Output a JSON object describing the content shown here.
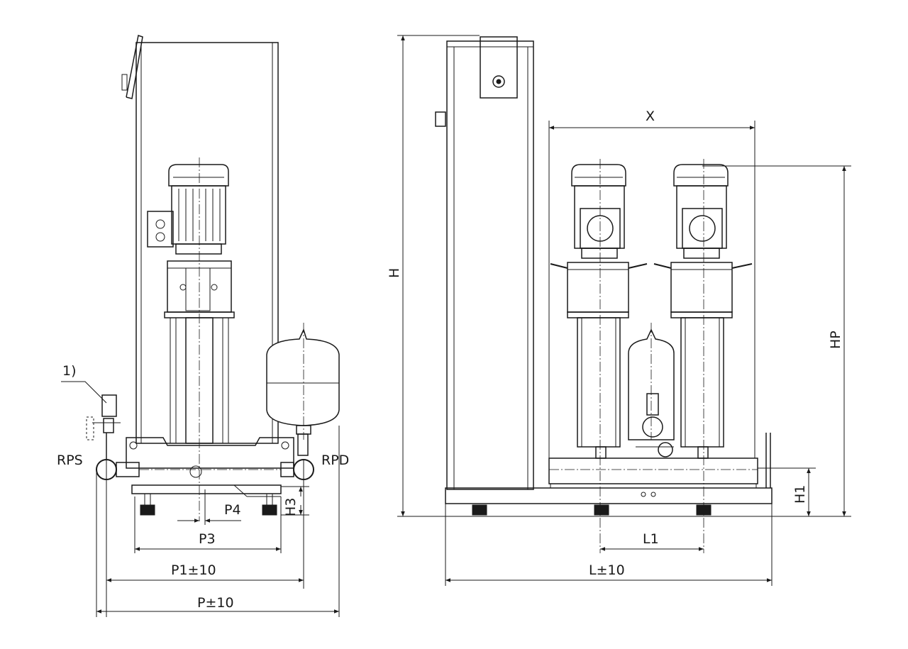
{
  "labels": {
    "note": "1)",
    "rps": "RPS",
    "rpd": "RPD",
    "p4": "P4",
    "h3": "H3",
    "p3": "P3",
    "p1": "P1±10",
    "p": "P±10",
    "h": "H",
    "x": "X",
    "hp": "HP",
    "h1": "H1",
    "l1": "L1",
    "l": "L±10"
  },
  "colors": {
    "line": "#1a1a1a",
    "background": "#ffffff"
  }
}
